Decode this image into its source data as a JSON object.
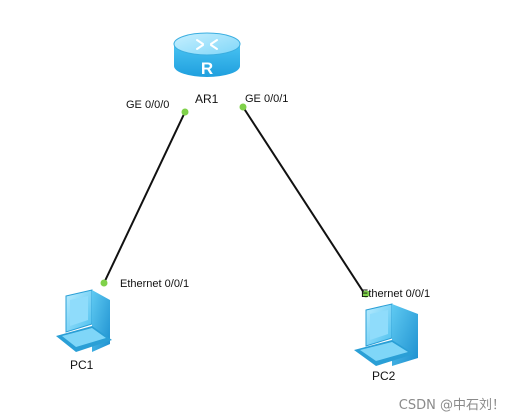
{
  "devices": {
    "router": {
      "name": "AR1",
      "icon": "router-icon",
      "glyph": "R"
    },
    "pc1": {
      "name": "PC1",
      "icon": "pc-icon"
    },
    "pc2": {
      "name": "PC2",
      "icon": "pc-icon"
    }
  },
  "links": [
    {
      "from": "AR1",
      "from_port": "GE 0/0/0",
      "to": "PC1",
      "to_port": "Ethernet 0/0/1"
    },
    {
      "from": "AR1",
      "from_port": "GE 0/0/1",
      "to": "PC2",
      "to_port": "Ethernet 0/0/1"
    }
  ],
  "colors": {
    "link": "#111111",
    "port_dot": "#7fd14a",
    "router_top": "#9fe3ff",
    "router_body": "#33b6ec",
    "pc_screen": "#5fcaf2",
    "pc_body": "#2e9fd8"
  },
  "watermark": "CSDN @中石刘！"
}
